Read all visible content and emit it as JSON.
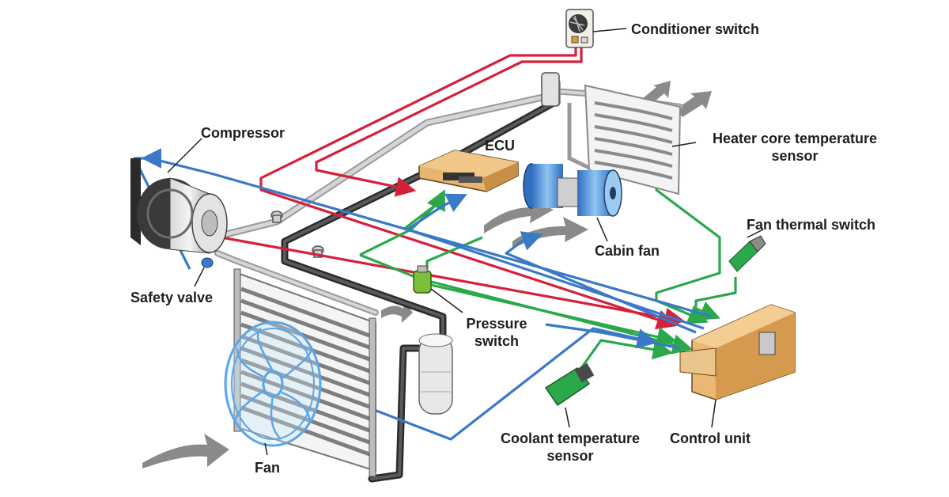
{
  "colors": {
    "signal_red": "#d6203a",
    "sensor_green": "#2aa84a",
    "control_blue": "#3a78c8",
    "pipe_dark": "#2b2b2b",
    "pipe_light": "#bdbdbd",
    "ecu_orange": "#e8b470",
    "control_unit": "#e9b872",
    "fan_blue": "#5aa6e8",
    "airflow_gray": "#8a8a8a"
  },
  "labels": {
    "conditioner_switch": "Conditioner switch",
    "compressor": "Compressor",
    "ecu": "ECU",
    "heater_core_temperature_sensor_line1": "Heater core temperature",
    "heater_core_temperature_sensor_line2": "sensor",
    "fan_thermal_switch": "Fan thermal switch",
    "cabin_fan": "Cabin fan",
    "safety_valve": "Safety valve",
    "pressure_switch_line1": "Pressure",
    "pressure_switch_line2": "switch",
    "coolant_temperature_sensor_line1": "Coolant temperature",
    "coolant_temperature_sensor_line2": "sensor",
    "control_unit": "Control unit",
    "fan": "Fan"
  },
  "icons": [
    "conditioner-switch-icon",
    "compressor-icon",
    "ecu-icon",
    "heater-core-icon",
    "fan-thermal-switch-icon",
    "cabin-fan-icon",
    "safety-valve-icon",
    "pressure-switch-icon",
    "receiver-drier-icon",
    "condenser-icon",
    "condenser-fan-icon",
    "coolant-temperature-sensor-icon",
    "control-unit-icon",
    "airflow-arrow-icon"
  ]
}
